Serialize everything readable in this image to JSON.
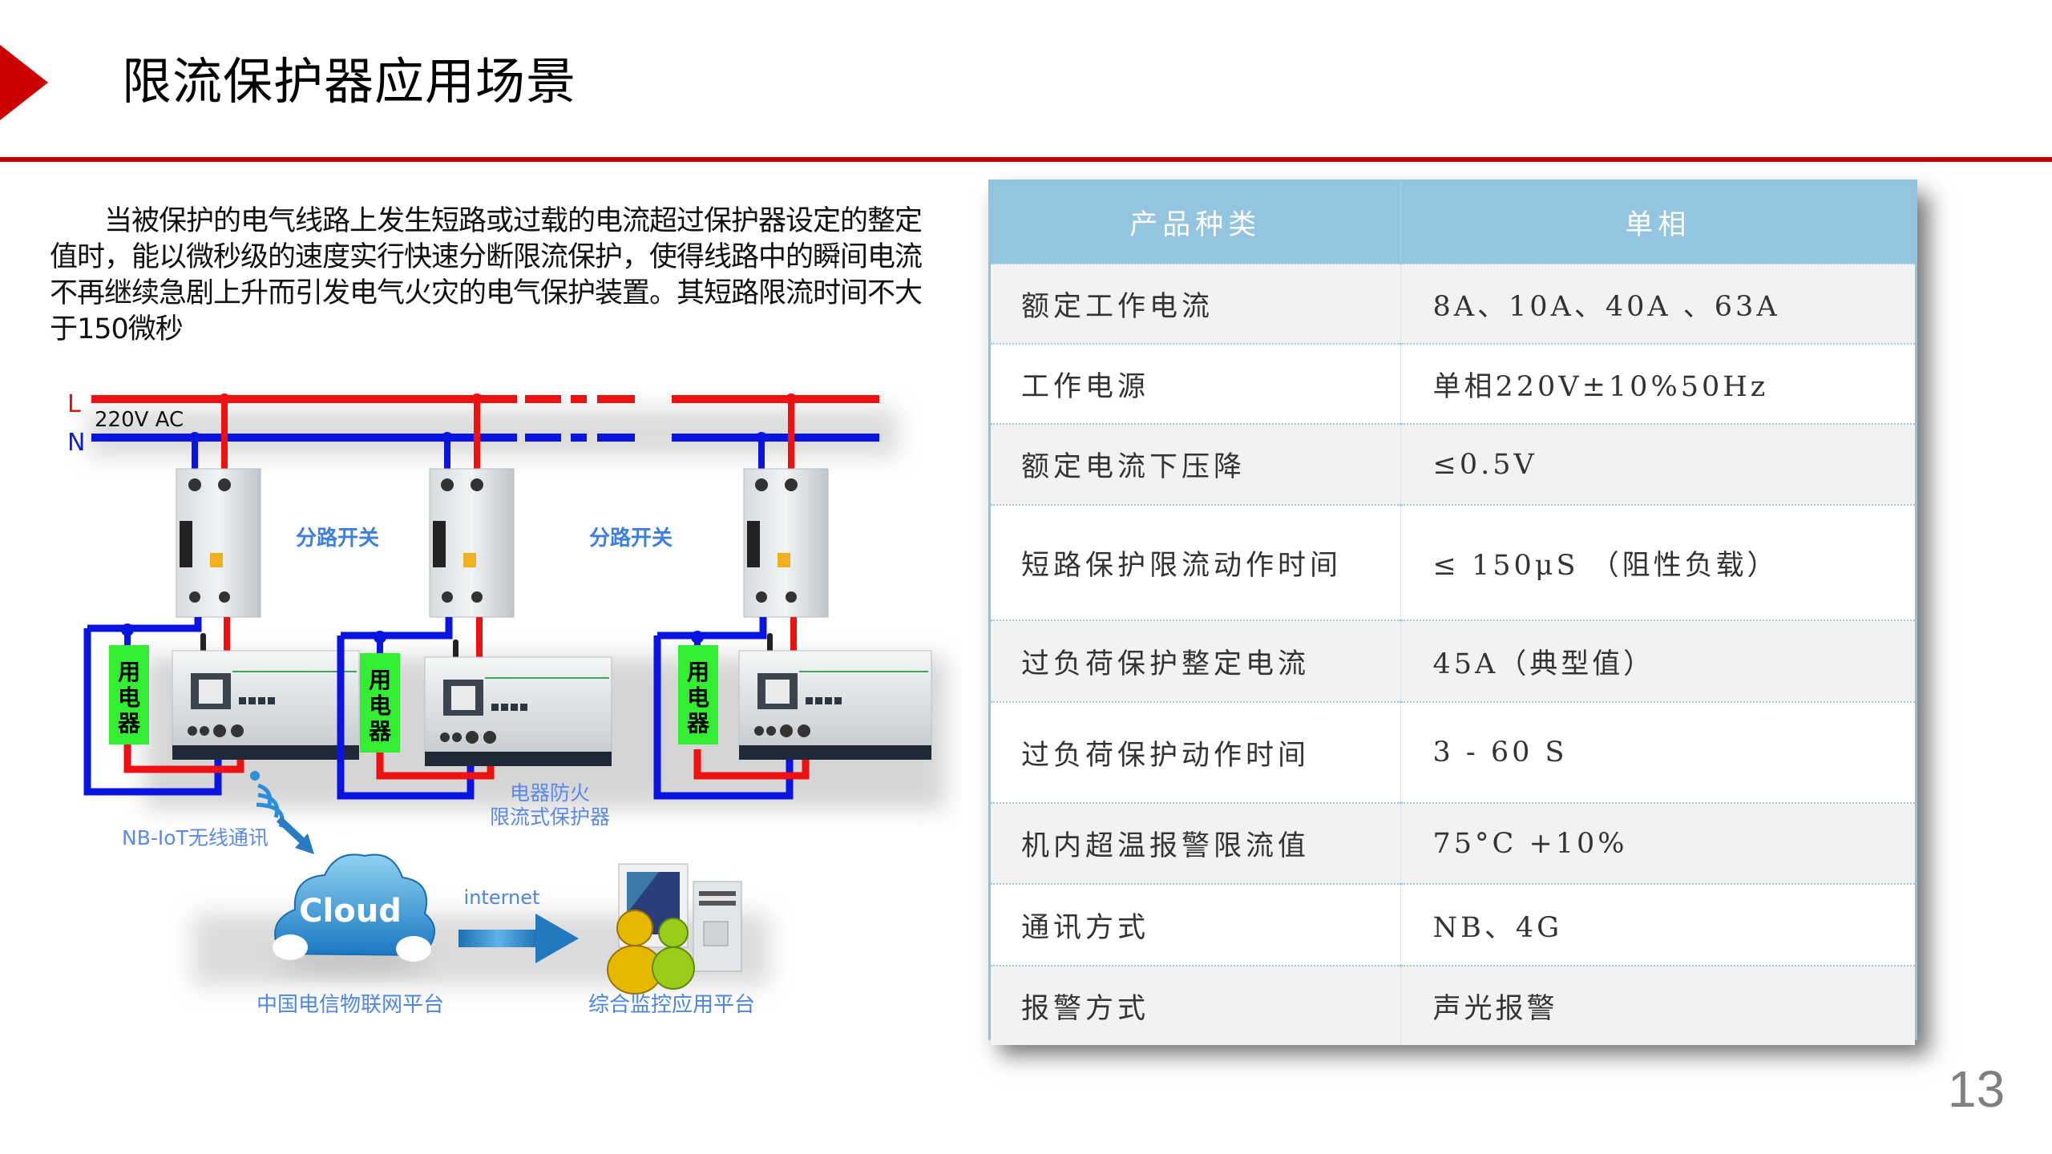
{
  "header": {
    "title": "限流保护器应用场景"
  },
  "intro": {
    "text": "当被保护的电气线路上发生短路或过载的电流超过保护器设定的整定值时，能以微秒级的速度实行快速分断限流保护，使得线路中的瞬间电流不再继续急剧上升而引发电气火灾的电气保护装置。其短路限流时间不大于150微秒"
  },
  "diagram": {
    "line_l_label": "L",
    "line_n_label": "N",
    "voltage_label": "220V AC",
    "branch_switch_labels": [
      "分路开关",
      "分路开关"
    ],
    "load_label_chars": [
      "用",
      "电",
      "器"
    ],
    "protector_label_line1": "电器防火",
    "protector_label_line2": "限流式保护器",
    "wireless_label": "NB-IoT无线通讯",
    "cloud_text": "Cloud",
    "cloud_platform_label": "中国电信物联网平台",
    "internet_label": "internet",
    "monitor_platform_label": "综合监控应用平台",
    "colors": {
      "live": "#ee1111",
      "neutral": "#0a14e0",
      "load_box": "#33ee33",
      "label_blue": "#3d7fe0"
    }
  },
  "spec_table": {
    "headers": [
      "产品种类",
      "单相"
    ],
    "rows": [
      {
        "param": "额定工作电流",
        "value": "8A、10A、40A 、63A"
      },
      {
        "param": "工作电源",
        "value": "单相220V±10%50Hz"
      },
      {
        "param": "额定电流下压降",
        "value": "≤0.5V"
      },
      {
        "param": "短路保护限流动作时间",
        "value": "≤ 150μS （阻性负载）"
      },
      {
        "param": "过负荷保护整定电流",
        "value": "45A（典型值）"
      },
      {
        "param": "过负荷保护动作时间",
        "value": "3 - 60 S"
      },
      {
        "param": "机内超温报警限流值",
        "value": "75°C +10%"
      },
      {
        "param": "通讯方式",
        "value": "NB、4G"
      },
      {
        "param": "报警方式",
        "value": "声光报警"
      }
    ],
    "colors": {
      "header_bg": "#93c4e0",
      "header_text": "#ffffff",
      "row_alt_bg": "#f2f2f2"
    }
  },
  "footer": {
    "page_number": "13"
  }
}
